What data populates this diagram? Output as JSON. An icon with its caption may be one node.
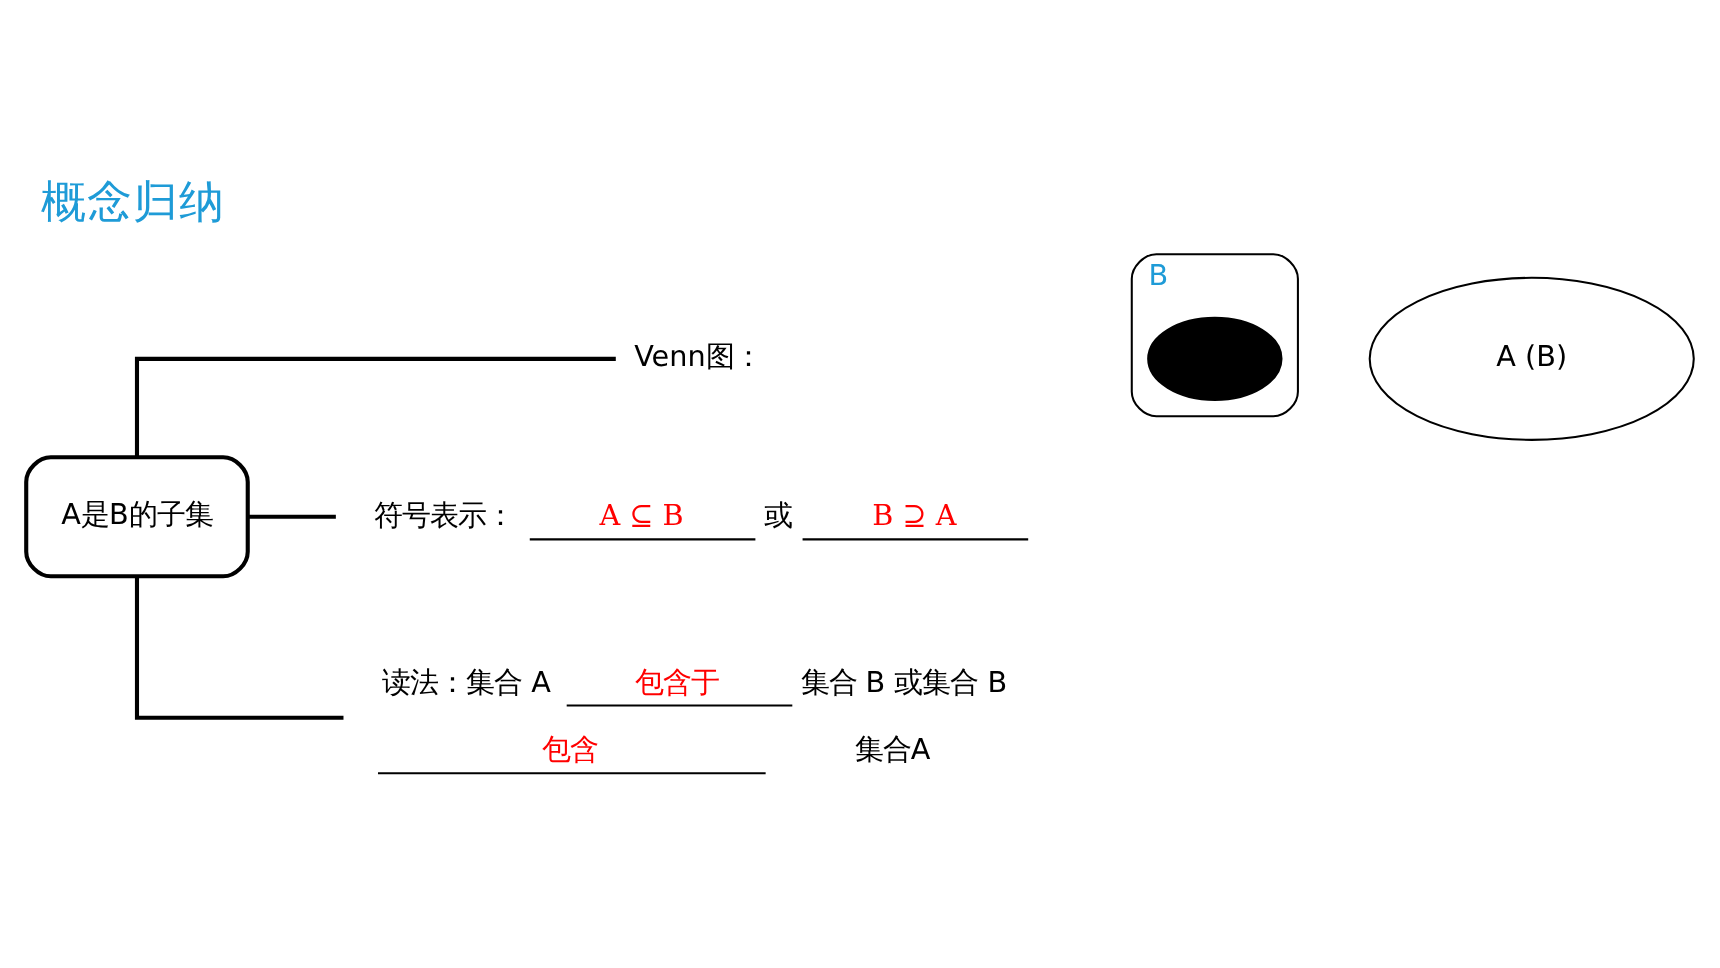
{
  "diagram": {
    "title": "概念归纳",
    "nodes": [
      {
        "text": [
          "A是B的子集"
        ]
      },
      {
        "text": [
          "Venn图："
        ]
      },
      {
        "text": [
          "符号表示：",
          "A ⊆ B",
          "或",
          "B ⊇ A"
        ]
      },
      {
        "text": [
          "读法：集合 A",
          "包含于",
          "集合 B 或集合 B",
          "包含",
          "集合A"
        ]
      },
      {
        "text": [
          "B"
        ]
      },
      {
        "text": [],
        "shape": "ellipse",
        "in": 4
      },
      {
        "text": [
          "A (B)"
        ]
      }
    ],
    "edges": [
      {
        "from": 0,
        "to": 1,
        "arrow": "none"
      },
      {
        "from": 0,
        "to": 2,
        "arrow": "none"
      },
      {
        "from": 0,
        "to": 3,
        "arrow": "none"
      }
    ]
  }
}
